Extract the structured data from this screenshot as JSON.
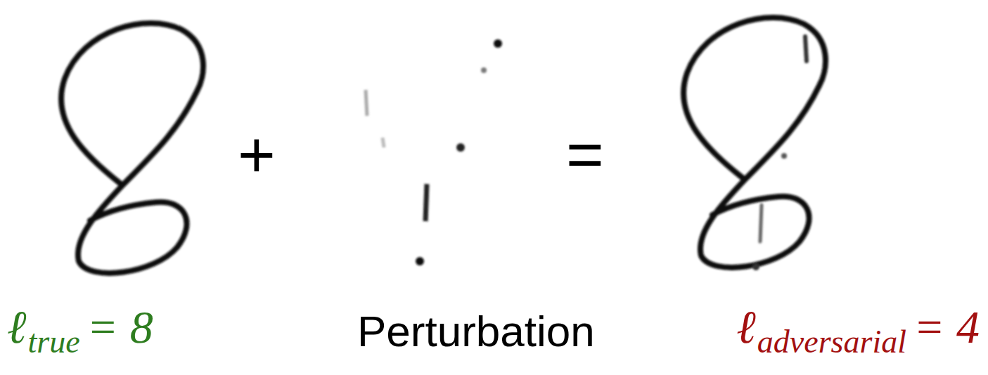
{
  "diagram": {
    "labels": [
      "+",
      "=",
      "ℓ",
      "true",
      "= 8",
      "Perturbation",
      "ℓ",
      "adversarial",
      "= 4"
    ]
  }
}
